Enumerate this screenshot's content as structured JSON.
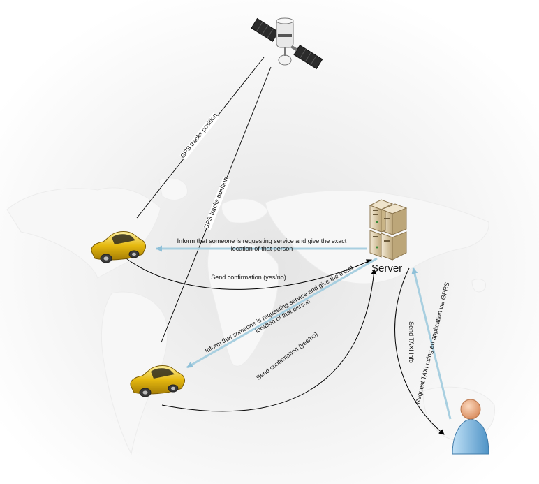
{
  "labels": {
    "gps_top": "GPS tracks position",
    "gps_bottom": "GPS tracks position",
    "inform_top_1": "Inform that someone is requesting service and give the exact",
    "inform_top_2": "location of that person",
    "confirm_top": "Send confirmation (yes/no)",
    "inform_bottom_1": "Inform that someone is requesting service and give the exact",
    "inform_bottom_2": "location of that person",
    "confirm_bottom": "Send confirmation (yes/no)",
    "server": "Server",
    "send_taxi": "Send TAXI info",
    "request_taxi": "Request TAXI using an application via GPRS"
  },
  "icons": {
    "satellite": "satellite-icon",
    "server": "server-icon",
    "taxi": "taxi-car-icon",
    "person": "person-icon",
    "map": "world-map"
  },
  "colors": {
    "car_body": "#e5b80f",
    "server_body": "#d9c8a3",
    "person_body": "#7fb8e2",
    "person_head": "#f0b38a",
    "inform_arrow": "#a8cfe0"
  }
}
